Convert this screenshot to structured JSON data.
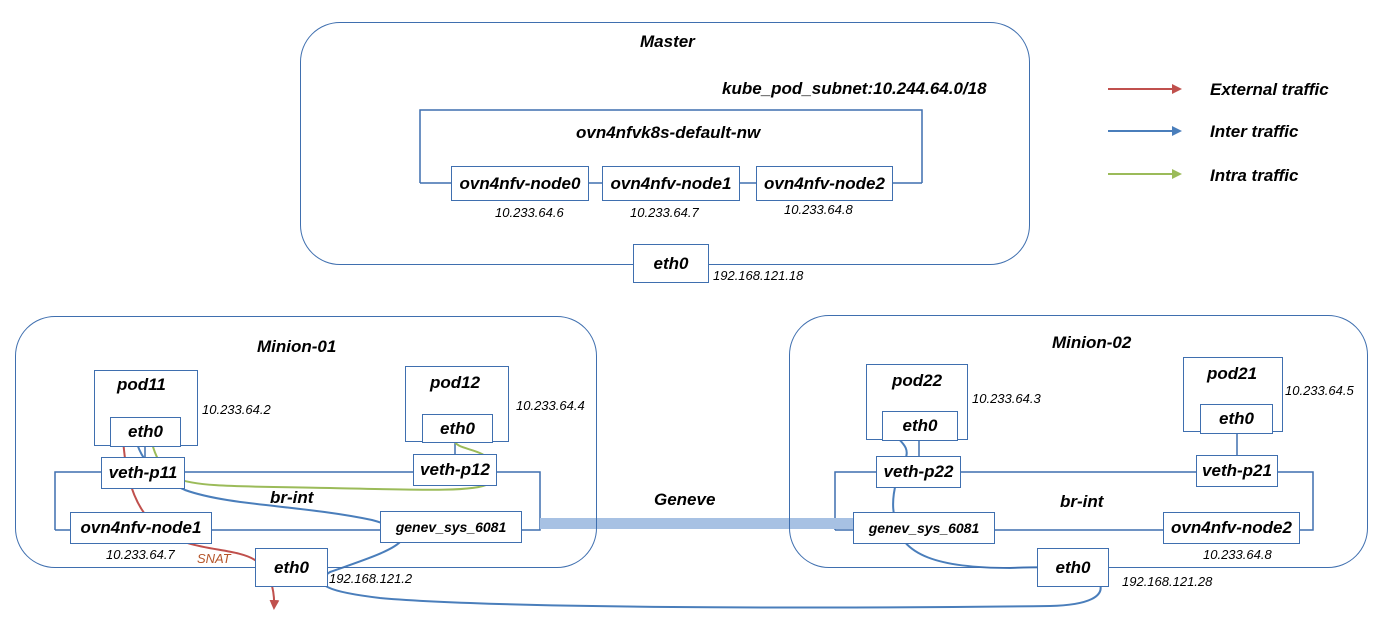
{
  "master": {
    "title": "Master",
    "subnet": "kube_pod_subnet:10.244.64.0/18",
    "network": "ovn4nfvk8s-default-nw",
    "nodes": [
      {
        "name": "ovn4nfv-node0",
        "ip": "10.233.64.6"
      },
      {
        "name": "ovn4nfv-node1",
        "ip": "10.233.64.7"
      },
      {
        "name": "ovn4nfv-node2",
        "ip": "10.233.64.8"
      }
    ],
    "eth": "eth0",
    "eth_ip": "192.168.121.18"
  },
  "legend": [
    {
      "label": "External traffic",
      "color": "#C0504D"
    },
    {
      "label": "Inter traffic",
      "color": "#4A7EBB"
    },
    {
      "label": "Intra traffic",
      "color": "#9BBB59"
    }
  ],
  "minion1": {
    "title": "Minion-01",
    "pod_a": {
      "name": "pod11",
      "eth": "eth0",
      "ip": "10.233.64.2"
    },
    "pod_b": {
      "name": "pod12",
      "eth": "eth0",
      "ip": "10.233.64.4"
    },
    "veth_a": "veth-p11",
    "veth_b": "veth-p12",
    "bridge": "br-int",
    "router": {
      "name": "ovn4nfv-node1",
      "ip": "10.233.64.7"
    },
    "tunnel": "genev_sys_6081",
    "eth": "eth0",
    "eth_ip": "192.168.121.2",
    "snat": "SNAT"
  },
  "minion2": {
    "title": "Minion-02",
    "pod_a": {
      "name": "pod22",
      "eth": "eth0",
      "ip": "10.233.64.3"
    },
    "pod_b": {
      "name": "pod21",
      "eth": "eth0",
      "ip": "10.233.64.5"
    },
    "veth_a": "veth-p22",
    "veth_b": "veth-p21",
    "bridge": "br-int",
    "router": {
      "name": "ovn4nfv-node2",
      "ip": "10.233.64.8"
    },
    "tunnel": "genev_sys_6081",
    "eth": "eth0",
    "eth_ip": "192.168.121.28"
  },
  "geneve_label": "Geneve",
  "colors": {
    "border": "#3F6FAF",
    "tunnel": "#A7C1E3",
    "external": "#C0504D",
    "inter": "#4A7EBB",
    "intra": "#9BBB59",
    "snat_text": "#B5552A"
  }
}
